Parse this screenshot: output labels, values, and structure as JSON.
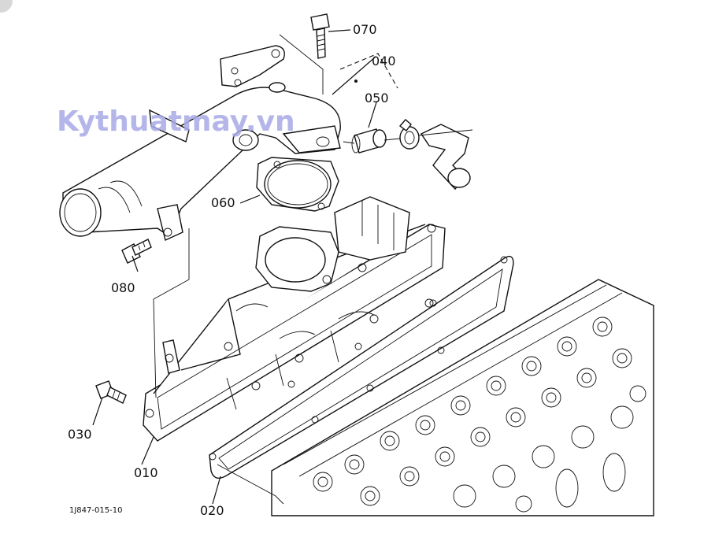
{
  "watermark": "Kythuatmay.vn",
  "drawing_code": "1J847-015-10",
  "callouts": {
    "p070": "070",
    "p040": "040",
    "p050": "050",
    "p060": "060",
    "p080": "080",
    "p030": "030",
    "p010": "010",
    "p020": "020"
  }
}
